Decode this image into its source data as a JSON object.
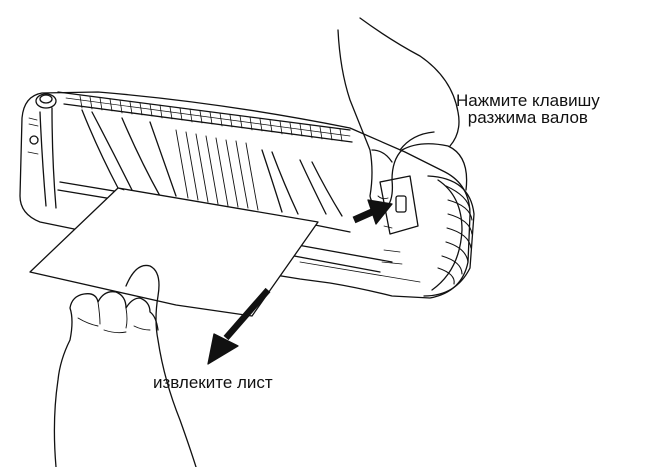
{
  "labels": {
    "press_release_key_line1": "Нажмите клавишу",
    "press_release_key_line2": "разжима валов",
    "remove_sheet": "извлеките лист"
  },
  "colors": {
    "line": "#111111",
    "background": "#ffffff"
  },
  "icons": {
    "arrow_press": "arrow-right-icon",
    "arrow_remove": "arrow-down-left-icon"
  }
}
